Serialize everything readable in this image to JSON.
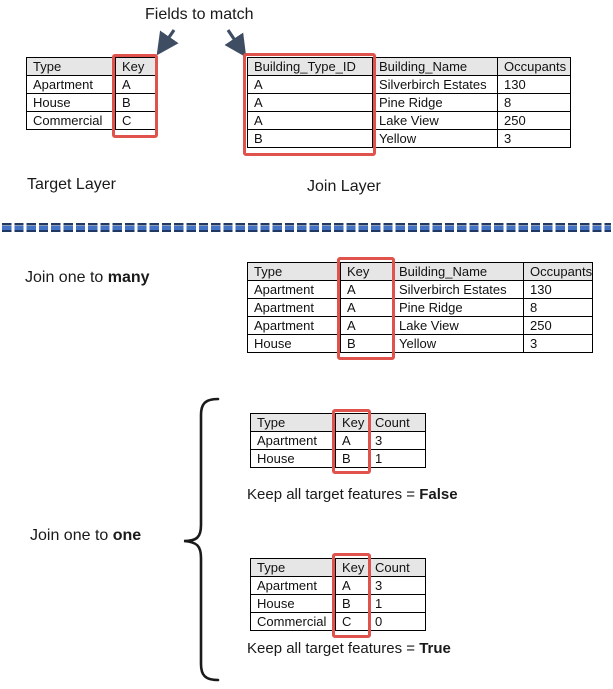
{
  "header": {
    "fields_to_match": "Fields to match"
  },
  "layers": {
    "target_label": "Target Layer",
    "join_label": "Join Layer"
  },
  "sections": {
    "one_to_many": {
      "label_prefix": "Join one to ",
      "label_bold": "many"
    },
    "one_to_one": {
      "label_prefix": "Join one to ",
      "label_bold": "one"
    },
    "keep_false": {
      "prefix": "Keep all target features = ",
      "bold": "False"
    },
    "keep_true": {
      "prefix": "Keep all target features = ",
      "bold": "True"
    }
  },
  "tables": {
    "target": {
      "headers": [
        "Type",
        "Key"
      ],
      "rows": [
        [
          "Apartment",
          "A"
        ],
        [
          "House",
          "B"
        ],
        [
          "Commercial",
          "C"
        ]
      ]
    },
    "join": {
      "headers": [
        "Building_Type_ID",
        "Building_Name",
        "Occupants"
      ],
      "rows": [
        [
          "A",
          "Silverbirch Estates",
          "130"
        ],
        [
          "A",
          "Pine Ridge",
          "8"
        ],
        [
          "A",
          "Lake View",
          "250"
        ],
        [
          "B",
          "Yellow",
          "3"
        ]
      ]
    },
    "one_to_many": {
      "headers": [
        "Type",
        "Key",
        "Building_Name",
        "Occupants"
      ],
      "rows": [
        [
          "Apartment",
          "A",
          "Silverbirch Estates",
          "130"
        ],
        [
          "Apartment",
          "A",
          "Pine Ridge",
          "8"
        ],
        [
          "Apartment",
          "A",
          "Lake View",
          "250"
        ],
        [
          "House",
          "B",
          "Yellow",
          "3"
        ]
      ]
    },
    "one_to_one_false": {
      "headers": [
        "Type",
        "Key",
        "Count"
      ],
      "rows": [
        [
          "Apartment",
          "A",
          "3"
        ],
        [
          "House",
          "B",
          "1"
        ]
      ]
    },
    "one_to_one_true": {
      "headers": [
        "Type",
        "Key",
        "Count"
      ],
      "rows": [
        [
          "Apartment",
          "A",
          "3"
        ],
        [
          "House",
          "B",
          "1"
        ],
        [
          "Commercial",
          "C",
          "0"
        ]
      ]
    }
  },
  "colors": {
    "field_highlight": "#e0524c",
    "arrow": "#3f4d63",
    "separator_fill": "#4472c4",
    "separator_edge": "#1f3864",
    "table_header_bg": "#e7e6e6"
  }
}
